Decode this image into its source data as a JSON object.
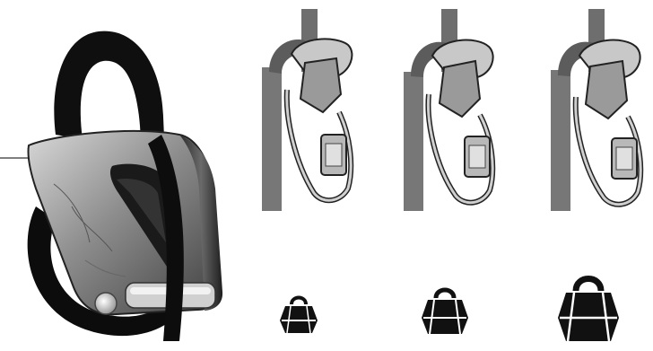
{
  "figure": {
    "panels": [
      {
        "id": "device",
        "icon": "belay-device-photo"
      },
      {
        "id": "step-1",
        "icon": "rope-in-device-light-load",
        "weight_icon": "small-weight-icon"
      },
      {
        "id": "step-2",
        "icon": "rope-in-device-medium-load",
        "weight_icon": "medium-weight-icon"
      },
      {
        "id": "step-3",
        "icon": "rope-in-device-heavy-load",
        "weight_icon": "large-weight-icon"
      }
    ],
    "colors": {
      "background": "#ffffff",
      "device_black": "#111111",
      "metal": "#8a8a8a",
      "rope": "#6f6f6f"
    }
  }
}
